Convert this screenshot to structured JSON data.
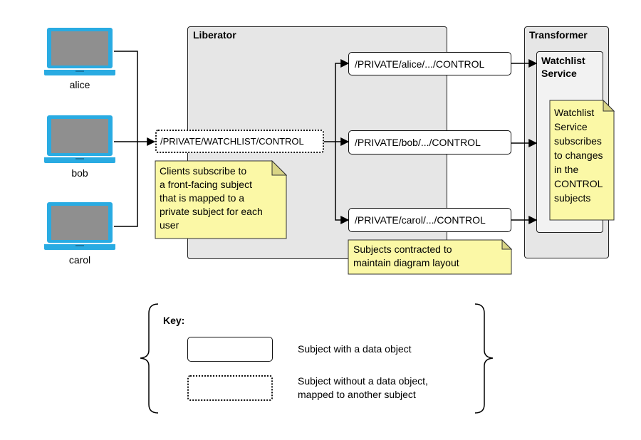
{
  "liberator": {
    "title": "Liberator"
  },
  "transformer": {
    "title": "Transformer"
  },
  "watchlist_service": {
    "title_line1": "Watchlist",
    "title_line2": "Service"
  },
  "users": [
    {
      "label": "alice"
    },
    {
      "label": "bob"
    },
    {
      "label": "carol"
    }
  ],
  "front_subject": "/PRIVATE/WATCHLIST/CONTROL",
  "private_subjects": [
    "/PRIVATE/alice/.../CONTROL",
    "/PRIVATE/bob/.../CONTROL",
    "/PRIVATE/carol/.../CONTROL"
  ],
  "notes": {
    "clients": [
      "Clients subscribe to",
      "a front-facing subject",
      "that is mapped to a",
      "private subject for each",
      "user"
    ],
    "contracted": [
      "Subjects contracted to",
      "maintain diagram layout"
    ],
    "watchlist": [
      "Watchlist",
      "Service",
      "subscribes",
      "to changes",
      "in the",
      "CONTROL",
      "subjects"
    ]
  },
  "key": {
    "title": "Key:",
    "solid_label": "Subject with a data object",
    "dotted_label_line1": "Subject without a data object,",
    "dotted_label_line2": "mapped to another subject"
  },
  "colors": {
    "note_fill": "#fbf8a6",
    "note_fold": "#d9d585",
    "laptop_blue": "#29abe2",
    "laptop_screen": "#8f8f8f",
    "container": "#e6e6e6"
  },
  "icons": [
    "laptop-icon",
    "arrow-icon",
    "brace-icon"
  ]
}
